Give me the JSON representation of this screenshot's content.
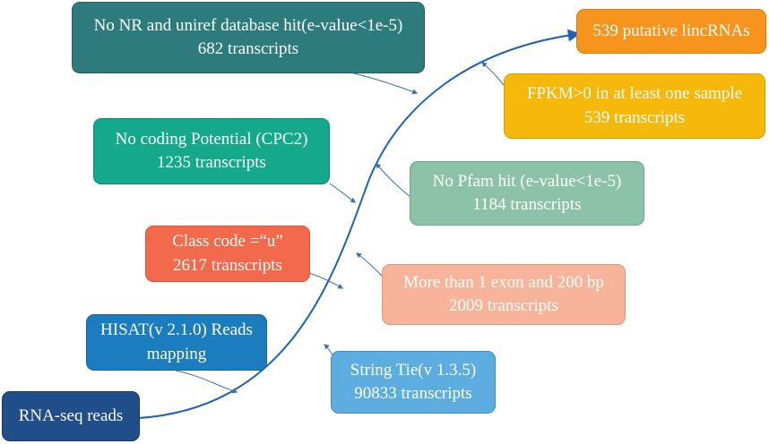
{
  "nodes": {
    "rnaseq": {
      "lines": [
        "RNA-seq reads"
      ],
      "fill": "#1f4e89",
      "border": "#163a66"
    },
    "hisat": {
      "lines": [
        "HISAT(v  2.1.0) Reads",
        "mapping"
      ],
      "fill": "#1b7dbd",
      "border": "#15649a"
    },
    "stringtie": {
      "lines": [
        "String Tie(v  1.3.5)",
        "90833 transcripts"
      ],
      "fill": "#5dade0",
      "border": "#3f8fc3"
    },
    "classcode": {
      "lines": [
        "Class code =“u”",
        "2617 transcripts"
      ],
      "fill": "#f26a4b",
      "border": "#d4553a"
    },
    "exon": {
      "lines": [
        "More than 1 exon and 200 bp",
        "2009 transcripts"
      ],
      "fill": "#f8b49a",
      "border": "#e09878"
    },
    "cpc2": {
      "lines": [
        "No coding Potential (CPC2)",
        "1235 transcripts"
      ],
      "fill": "#14a98d",
      "border": "#0f8a73"
    },
    "pfam": {
      "lines": [
        "No Pfam hit (e-value<1e-5)",
        "1184 transcripts"
      ],
      "fill": "#8cc3a8",
      "border": "#6fa78c"
    },
    "nr": {
      "lines": [
        "No NR and uniref database hit(e-value<1e-5)",
        "682 transcripts"
      ],
      "fill": "#2d7b7c",
      "border": "#215f60"
    },
    "fpkm": {
      "lines": [
        "FPKM>0 in at least one sample",
        "539 transcripts"
      ],
      "fill": "#f6b80a",
      "border": "#d89e00"
    },
    "lincrna": {
      "lines": [
        "539 putative lincRNAs"
      ],
      "fill": "#f7941d",
      "border": "#d97b0c"
    }
  },
  "colors": {
    "curve": "#1e63b0",
    "connector": "#3c6ea8"
  }
}
